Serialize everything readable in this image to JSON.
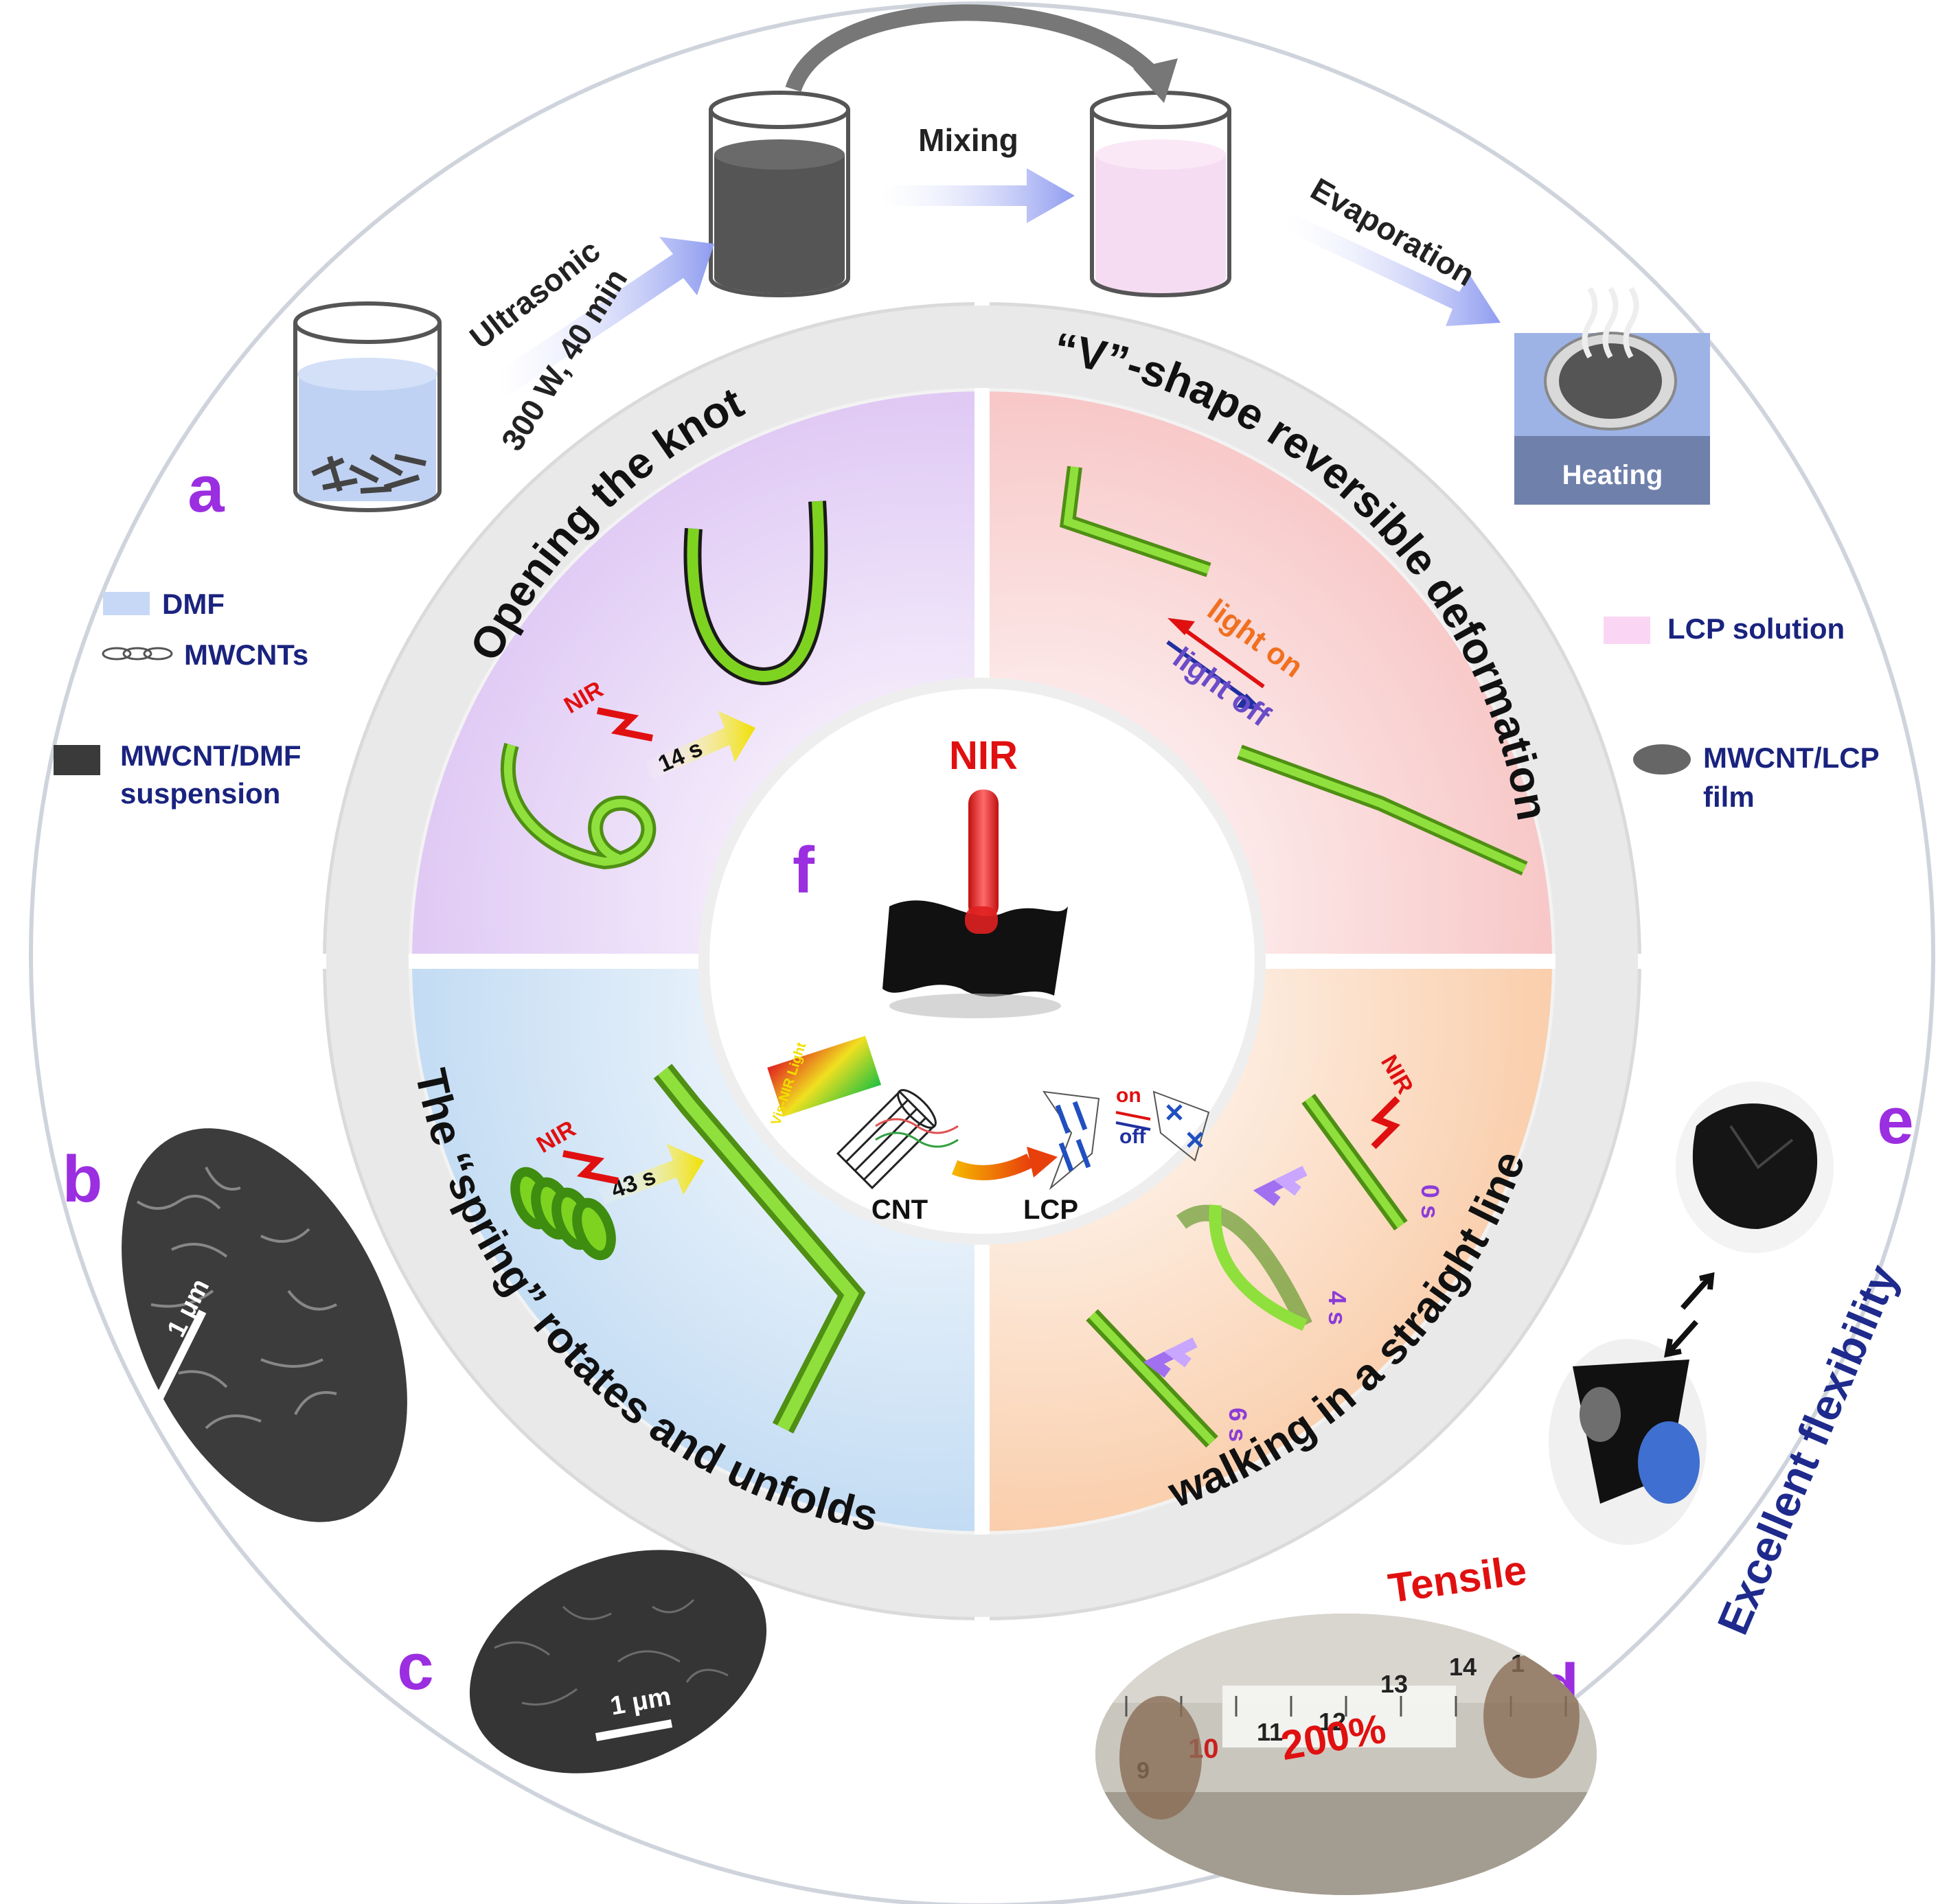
{
  "panels": {
    "a": "a",
    "b": "b",
    "c": "c",
    "d": "d",
    "e": "e",
    "f": "f"
  },
  "process": {
    "ultrasonic": "Ultrasonic",
    "power": "300 W, 40 min",
    "mixing": "Mixing",
    "evaporation": "Evaporation",
    "heating": "Heating"
  },
  "legend": {
    "dmf": "DMF",
    "mwcnts": "MWCNTs",
    "suspension_line1": "MWCNT/DMF",
    "suspension_line2": "suspension",
    "lcp_solution": "LCP solution",
    "film_line1": "MWCNT/LCP",
    "film_line2": "film"
  },
  "quadrants": {
    "knot": {
      "title": "Opening the knot",
      "stimulus": "NIR",
      "time": "14 s"
    },
    "vshape": {
      "title": "“V”-shape reversible deformation",
      "light_on": "light on",
      "light_off": "light off"
    },
    "spring": {
      "title": "The “spring” rotates and unfolds",
      "stimulus": "NIR",
      "time": "43 s"
    },
    "walking": {
      "title": "walking in a straight line",
      "stimulus": "NIR",
      "t0": "0 s",
      "t1": "4 s",
      "t2": "6 s"
    }
  },
  "center": {
    "nir": "NIR",
    "light_label": "Vis-NIR Light",
    "cnt": "CNT",
    "lcp": "LCP",
    "on": "on",
    "off": "off"
  },
  "sem": {
    "scale_b": "1 μm",
    "scale_c": "1 μm"
  },
  "tensile": {
    "title": "Tensile",
    "value": "200%",
    "ruler_numbers": [
      "9",
      "10",
      "11",
      "12",
      "13",
      "14",
      "1"
    ]
  },
  "flexibility": {
    "title": "Excellent flexibility"
  },
  "colors": {
    "panel_letter": "#9a2ee0",
    "legend_text": "#1a237e",
    "film_green": "#7ed321",
    "nir_red": "#e01010",
    "q_knot": "#e6d3f5",
    "q_vshape": "#f9d3d3",
    "q_spring": "#cfe3f5",
    "q_walking": "#fbd9bd"
  }
}
